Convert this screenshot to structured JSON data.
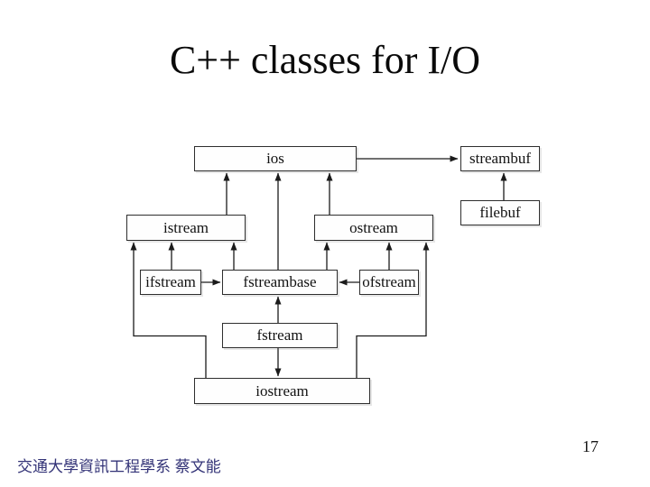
{
  "slide": {
    "title": "C++ classes for I/O",
    "footer_text": "交通大學資訊工程學系 蔡文能",
    "page_number": "17",
    "colors": {
      "footer_text": "#333377",
      "diagram_lines": "#1b1b1b",
      "background": "#ffffff"
    }
  },
  "diagram": {
    "nodes": {
      "ios": "ios",
      "streambuf": "streambuf",
      "filebuf": "filebuf",
      "istream": "istream",
      "ostream": "ostream",
      "ifstream": "ifstream",
      "fstreambase": "fstreambase",
      "ofstream": "ofstream",
      "fstream": "fstream",
      "iostream": "iostream"
    },
    "edges": [
      {
        "from": "ios",
        "to": "streambuf"
      },
      {
        "from": "filebuf",
        "to": "streambuf"
      },
      {
        "from": "istream",
        "to": "ios"
      },
      {
        "from": "fstreambase",
        "to": "ios"
      },
      {
        "from": "ostream",
        "to": "ios"
      },
      {
        "from": "ifstream",
        "to": "istream"
      },
      {
        "from": "fstreambase",
        "to": "istream"
      },
      {
        "from": "fstreambase",
        "to": "ostream"
      },
      {
        "from": "ofstream",
        "to": "ostream"
      },
      {
        "from": "ifstream",
        "to": "fstreambase"
      },
      {
        "from": "ofstream",
        "to": "fstreambase"
      },
      {
        "from": "fstream",
        "to": "fstreambase"
      },
      {
        "from": "fstream",
        "to": "iostream"
      },
      {
        "from": "iostream",
        "to": "istream"
      },
      {
        "from": "iostream",
        "to": "ostream"
      }
    ]
  }
}
